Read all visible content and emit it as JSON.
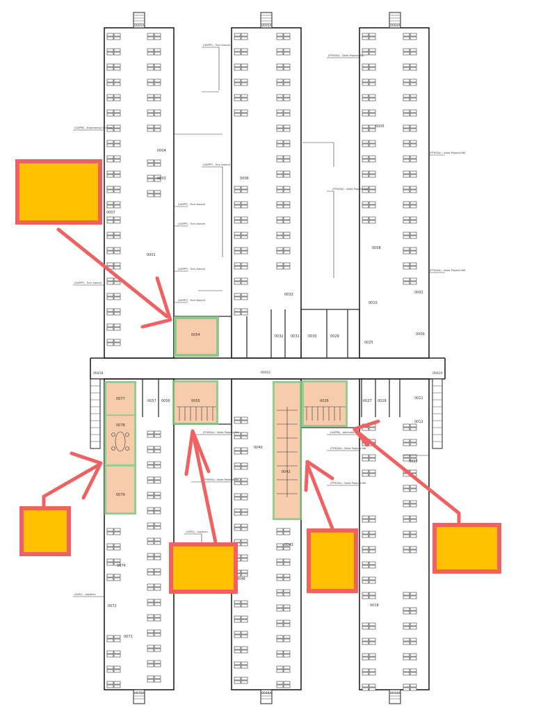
{
  "colors": {
    "callout_fill": "#ffc000",
    "callout_stroke": "#f06262",
    "arrow": "#f06262",
    "highlight_fill": "#f8cbad",
    "highlight_stroke": "#7fc47f",
    "wall": "#222222"
  },
  "stairs": {
    "top_left": "0005A",
    "top_mid": "0005A",
    "top_right": "0004A",
    "bottom_left": "0070A",
    "bottom_mid": "0046A",
    "bottom_right": "0014A",
    "east": "0001A",
    "west": "0001B",
    "corridor": "0001C"
  },
  "rooms": {
    "r0054": "0054",
    "r0077": "0077",
    "r0078": "0078",
    "r0079": "0079",
    "r0055": "0055",
    "r0026": "0026",
    "r0042": "0042",
    "r0004": "0004",
    "r0003": "0003",
    "r0001": "0001",
    "r0074": "0074",
    "r0072": "0072",
    "r0071": "0071",
    "r0057": "0057",
    "r0056": "0056",
    "r0029": "0029",
    "r0030": "0030",
    "r0031": "0031",
    "r0032": "0032",
    "r0033": "0033",
    "r0028": "0028",
    "r0027": "0027",
    "r0025": "0025",
    "r0010": "0010",
    "r0009": "0009",
    "r0008": "0008",
    "r0011": "0011",
    "r0012": "0012",
    "r0013": "0013",
    "r0018": "0018",
    "r0040": "0040",
    "r0043": "0043",
    "r0048": "0048",
    "r0005": "0005",
    "r0006": "0006",
    "r0007": "0007",
    "r0002": "0002"
  },
  "side_notes": {
    "n_transit": "(GAPPT) - Turn Around",
    "n_eng": "(GAPPE) - Engineering Services",
    "n_sales": "(PTHVSA) - Sales Projects Ret",
    "n_logistics": "(GAPL) - Logistics",
    "n_admin": "(GAPPA) - Administration"
  }
}
